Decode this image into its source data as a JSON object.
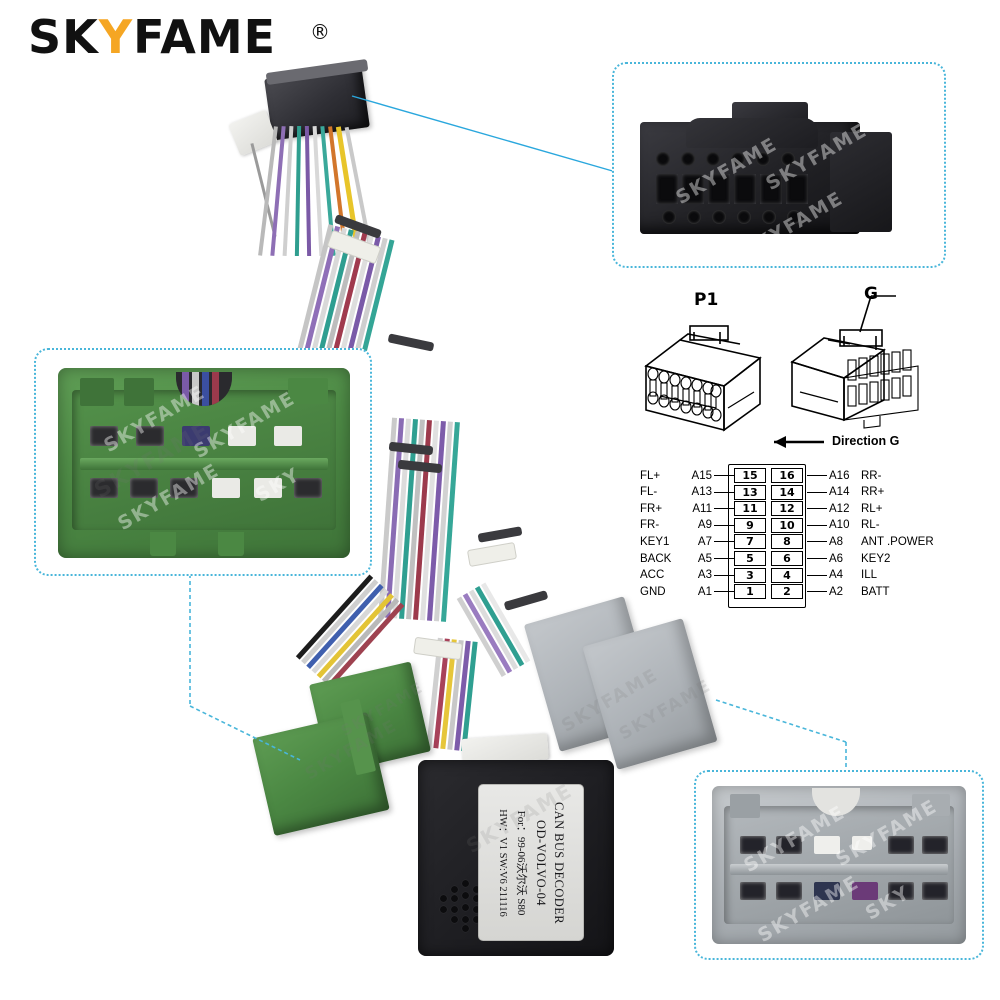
{
  "brand": {
    "name_part1": "SK",
    "name_y": "Y",
    "name_part2": "FAME",
    "registered": "®",
    "watermark": "SKYFAME"
  },
  "callouts": {
    "black_connector": {
      "name": "black-16pin-connector-closeup"
    },
    "green_connector": {
      "name": "green-connector-closeup"
    },
    "gray_connector": {
      "name": "gray-connector-closeup"
    }
  },
  "lineart": {
    "p1_label": "P1",
    "g_label": "G",
    "direction_label": "Direction G"
  },
  "pinout": {
    "rows": [
      {
        "left_name": "FL+",
        "left_code": "A15",
        "left_pin": "15",
        "right_pin": "16",
        "right_code": "A16",
        "right_name": "RR-"
      },
      {
        "left_name": "FL-",
        "left_code": "A13",
        "left_pin": "13",
        "right_pin": "14",
        "right_code": "A14",
        "right_name": "RR+"
      },
      {
        "left_name": "FR+",
        "left_code": "A11",
        "left_pin": "11",
        "right_pin": "12",
        "right_code": "A12",
        "right_name": "RL+"
      },
      {
        "left_name": "FR-",
        "left_code": "A9",
        "left_pin": "9",
        "right_pin": "10",
        "right_code": "A10",
        "right_name": "RL-"
      },
      {
        "left_name": "KEY1",
        "left_code": "A7",
        "left_pin": "7",
        "right_pin": "8",
        "right_code": "A8",
        "right_name": "ANT .POWER"
      },
      {
        "left_name": "BACK",
        "left_code": "A5",
        "left_pin": "5",
        "right_pin": "6",
        "right_code": "A6",
        "right_name": "KEY2"
      },
      {
        "left_name": "ACC",
        "left_code": "A3",
        "left_pin": "3",
        "right_pin": "4",
        "right_code": "A4",
        "right_name": "ILL"
      },
      {
        "left_name": "GND",
        "left_code": "A1",
        "left_pin": "1",
        "right_pin": "2",
        "right_code": "A2",
        "right_name": "BATT"
      }
    ]
  },
  "decoder": {
    "label_line1": "CAN BUS DECODER",
    "label_line2": "OD-VOLVO-04",
    "label_line3": "For：99-06沃尔沃 S80",
    "label_line4": "HW：V1  SW:V6  211116"
  },
  "colors": {
    "accent_blue": "#49b6da",
    "logo_orange": "#f5a623",
    "green_connector": "#4b8843",
    "gray_connector": "#aeb3b8"
  }
}
